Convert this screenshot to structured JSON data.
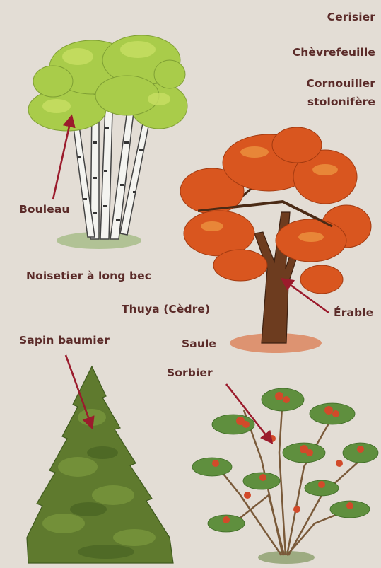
{
  "labels": {
    "cerisier": "Cerisier",
    "chevrefeuille": "Chèvrefeuille",
    "cornouiller_1": "Cornouiller",
    "cornouiller_2": "stolonifère",
    "bouleau": "Bouleau",
    "noisetier": "Noisetier à long bec",
    "thuya": "Thuya (Cèdre)",
    "erable": "Érable",
    "sapin": "Sapin baumier",
    "saule": "Saule",
    "sorbier": "Sorbier"
  },
  "colors": {
    "background": "#e3ddd5",
    "label_text": "#5b2b29",
    "arrow": "#9b1b2c",
    "birch_leaves": "#a9cc4a",
    "maple_leaves": "#d9561f",
    "fir": "#5f7a2e",
    "rowan_berries": "#d24a2a"
  }
}
